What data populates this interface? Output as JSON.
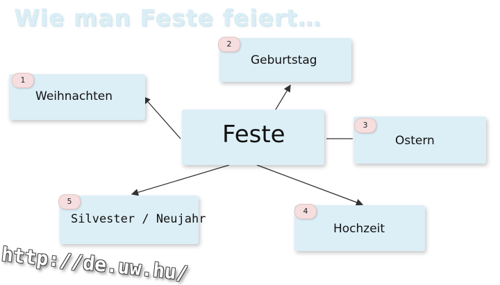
{
  "title": "Wie man Feste feiert…",
  "center": {
    "label": "Feste"
  },
  "nodes": [
    {
      "number": "1",
      "label": "Weihnachten"
    },
    {
      "number": "2",
      "label": "Geburtstag"
    },
    {
      "number": "3",
      "label": "Ostern"
    },
    {
      "number": "4",
      "label": "Hochzeit"
    },
    {
      "number": "5",
      "label": "Silvester / Neujahr"
    }
  ],
  "watermark": "http://de.uw.hu/",
  "colors": {
    "box": "#dceef6",
    "badge": "#f6dede",
    "arrow": "#333333",
    "title": "#dbeef6"
  }
}
